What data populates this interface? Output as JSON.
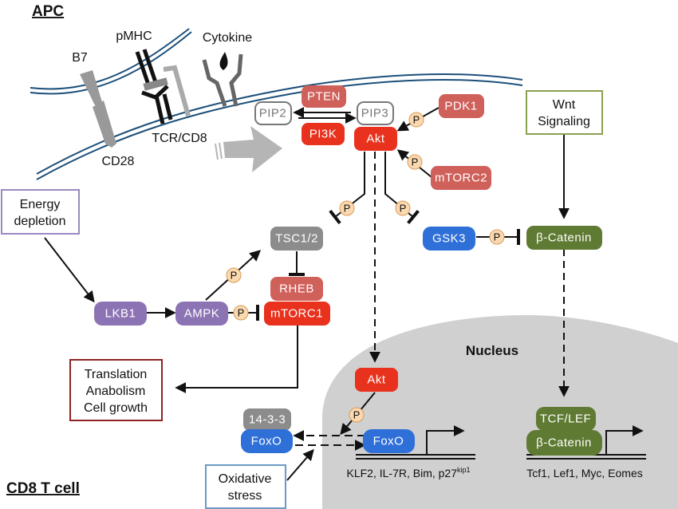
{
  "labels": {
    "apc": "APC",
    "cd8_t_cell": "CD8 T cell",
    "nucleus": "Nucleus",
    "b7": "B7",
    "pmhc": "pMHC",
    "cytokine": "Cytokine",
    "tcr_cd8": "TCR/CD8",
    "cd28": "CD28",
    "phospho": "P"
  },
  "nodes": {
    "pip2": "PIP2",
    "pip3": "PIP3",
    "pten": "PTEN",
    "pi3k": "PI3K",
    "akt": "Akt",
    "pdk1": "PDK1",
    "mtorc2": "mTORC2",
    "tsc12": "TSC1/2",
    "rheb": "RHEB",
    "mtorc1": "mTORC1",
    "lkb1": "LKB1",
    "ampk": "AMPK",
    "gsk3": "GSK3",
    "beta_catenin": "β-Catenin",
    "akt_nuclear": "Akt",
    "foxo_nuclear": "FoxO",
    "foxo_cyto": "FoxO",
    "protein_14_3_3": "14-3-3",
    "tcf_lef": "TCF/LEF",
    "beta_catenin_nuclear": "β-Catenin"
  },
  "boxes": {
    "wnt": [
      "Wnt",
      "Signaling"
    ],
    "energy": [
      "Energy",
      "depletion"
    ],
    "translation": [
      "Translation",
      "Anabolism",
      "Cell growth"
    ],
    "oxidative": [
      "Oxidative",
      "stress"
    ]
  },
  "genes": {
    "foxo_targets": "KLF2, IL-7R, Bim, p27",
    "foxo_targets_sup": "kip1",
    "tcf_targets": "Tcf1, Lef1, Myc, Eomes"
  },
  "colors": {
    "red": "#e8321e",
    "salmon": "#d0605a",
    "gray": "#8c8c8c",
    "purple": "#8c74b4",
    "blue": "#2f6fd8",
    "olive": "#5f7a32",
    "membrane": "#1c4f7a",
    "nucleus": "#cfcfcf",
    "p_fill": "#fbd9b0",
    "p_stroke": "#d99a55"
  }
}
